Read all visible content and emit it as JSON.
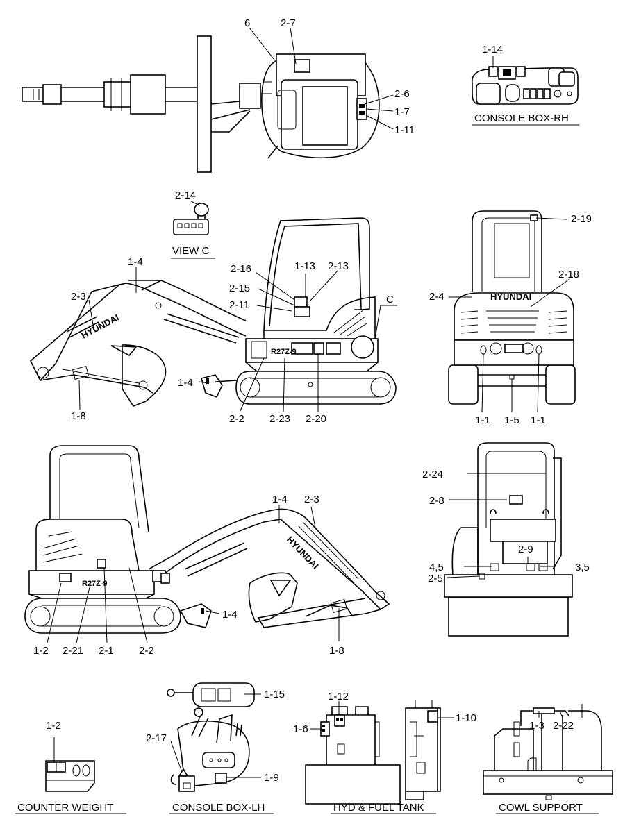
{
  "labels": {
    "l_6": "6",
    "l_2_7": "2-7",
    "l_2_6": "2-6",
    "l_1_7": "1-7",
    "l_1_11": "1-11",
    "l_1_14": "1-14",
    "l_2_14": "2-14",
    "l_1_4_a": "1-4",
    "l_2_3_a": "2-3",
    "l_1_8_a": "1-8",
    "l_1_4_b": "1-4",
    "l_2_16": "2-16",
    "l_1_13": "1-13",
    "l_2_13": "2-13",
    "l_2_15": "2-15",
    "l_2_11": "2-11",
    "l_c": "C",
    "l_2_2_a": "2-2",
    "l_2_23": "2-23",
    "l_2_20": "2-20",
    "l_2_19": "2-19",
    "l_2_18": "2-18",
    "l_2_4": "2-4",
    "l_1_1_a": "1-1",
    "l_1_5": "1-5",
    "l_1_1_b": "1-1",
    "l_1_4_c": "1-4",
    "l_2_3_b": "2-3",
    "l_1_4_d": "1-4",
    "l_1_2_a": "1-2",
    "l_2_21": "2-21",
    "l_2_1": "2-1",
    "l_2_2_b": "2-2",
    "l_1_8_b": "1-8",
    "l_2_24": "2-24",
    "l_2_8": "2-8",
    "l_2_9": "2-9",
    "l_4_5": "4,5",
    "l_3_5": "3,5",
    "l_2_5": "2-5",
    "l_1_15": "1-15",
    "l_2_17": "2-17",
    "l_1_9": "1-9",
    "l_1_12": "1-12",
    "l_1_6": "1-6",
    "l_1_10": "1-10",
    "l_1_2_b": "1-2",
    "l_1_3": "1-3",
    "l_2_22": "2-22"
  },
  "titles": {
    "console_box_rh": "CONSOLE BOX-RH",
    "view_c": "VIEW C",
    "counter_weight": "COUNTER WEIGHT",
    "console_box_lh": "CONSOLE BOX-LH",
    "hyd_fuel_tank": "HYD & FUEL TANK",
    "cowl_support": "COWL SUPPORT"
  },
  "decals": {
    "brand_boom_a": "HYUNDAI",
    "brand_rear": "HYUNDAI",
    "brand_boom_b": "HYUNDAI",
    "model_a": "R27Z-9",
    "model_b": "R27Z-9"
  }
}
